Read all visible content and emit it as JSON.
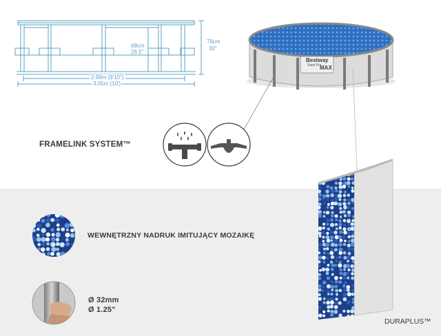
{
  "diagram": {
    "height_cm": "76cm",
    "height_in": "30\"",
    "depth_cm": "68cm",
    "depth_in": "26.5\"",
    "inner_width": "2.99m (9'10\")",
    "outer_width": "3.05m (10')",
    "line_color": "#5a9fc4"
  },
  "pool": {
    "brand": "Bestway",
    "model_line": "Steel Pro",
    "model_suffix": "MAX"
  },
  "features": {
    "framelink": "FRAMELINK SYSTEM™",
    "mosaic": "WEWNĘTRZNY NADRUK IMITUJĄCY MOZAIKĘ",
    "diameter_mm": "Ø 32mm",
    "diameter_in": "Ø 1.25\"",
    "duraplus": "DURAPLUS™"
  },
  "colors": {
    "band": "#eeeeee",
    "text": "#3a3a3a",
    "mosaic_dark": "#1d3f8a",
    "mosaic_light": "#cfe6f7"
  }
}
